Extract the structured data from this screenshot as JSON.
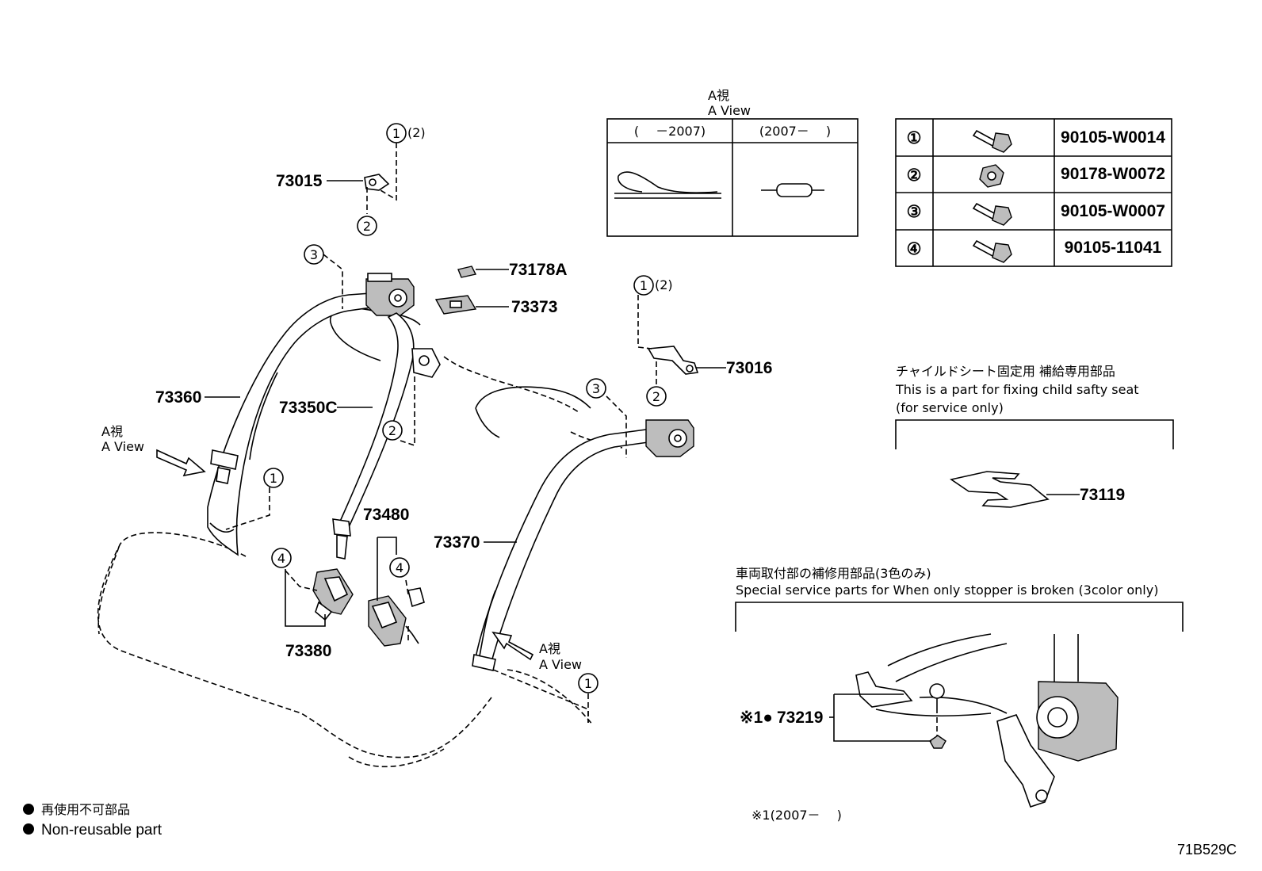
{
  "diagram_id": "71B529C",
  "part_labels": {
    "p73015": "73015",
    "p73178A": "73178A",
    "p73373": "73373",
    "p73016": "73016",
    "p73360": "73360",
    "p73350C": "73350C",
    "p73480": "73480",
    "p73370": "73370",
    "p73380": "73380",
    "p73119": "73119",
    "p73219": "73219"
  },
  "callout_qty": "(2)",
  "a_view": {
    "title_ja": "A視",
    "title_en": "A View",
    "col_before": "(　 －2007)",
    "col_after": "(2007－　 )"
  },
  "fasteners": [
    {
      "num": "①",
      "part_no": "90105-W0014"
    },
    {
      "num": "②",
      "part_no": "90178-W0072"
    },
    {
      "num": "③",
      "part_no": "90105-W0007"
    },
    {
      "num": "④",
      "part_no": "90105-11041"
    }
  ],
  "child_seat": {
    "title_ja": "チャイルドシート固定用 補給専用部品",
    "line1": "This is a part for fixing child safty seat",
    "line2": "(for service only)"
  },
  "stopper": {
    "title_ja": "車両取付部の補修用部品(3色のみ)",
    "title_en": "Special service parts for When only stopper is broken (3color only)",
    "marker": "※1●",
    "note": "※1(2007－　 )"
  },
  "legend": {
    "ja": "再使用不可部品",
    "en": "Non-reusable part"
  }
}
